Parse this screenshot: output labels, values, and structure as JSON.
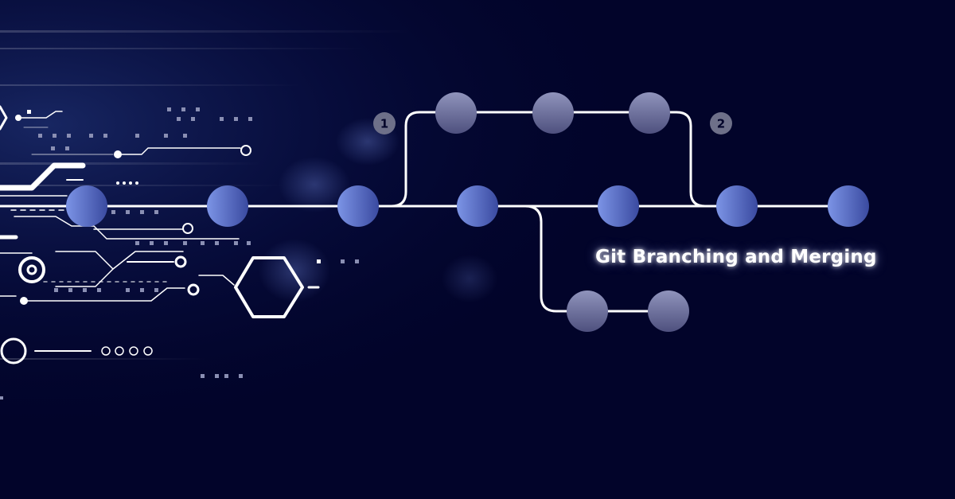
{
  "title": "Git Branching and Merging",
  "colors": {
    "background": "#02042a",
    "line": "#ffffff",
    "node_main_light": "#7c94e6",
    "node_main_dark": "#3a4aa0",
    "node_branch_light": "#8e92bc",
    "node_branch_dark": "#4e507e",
    "badge": "#6e7089"
  },
  "badges": [
    {
      "label": "1"
    },
    {
      "label": "2"
    }
  ]
}
